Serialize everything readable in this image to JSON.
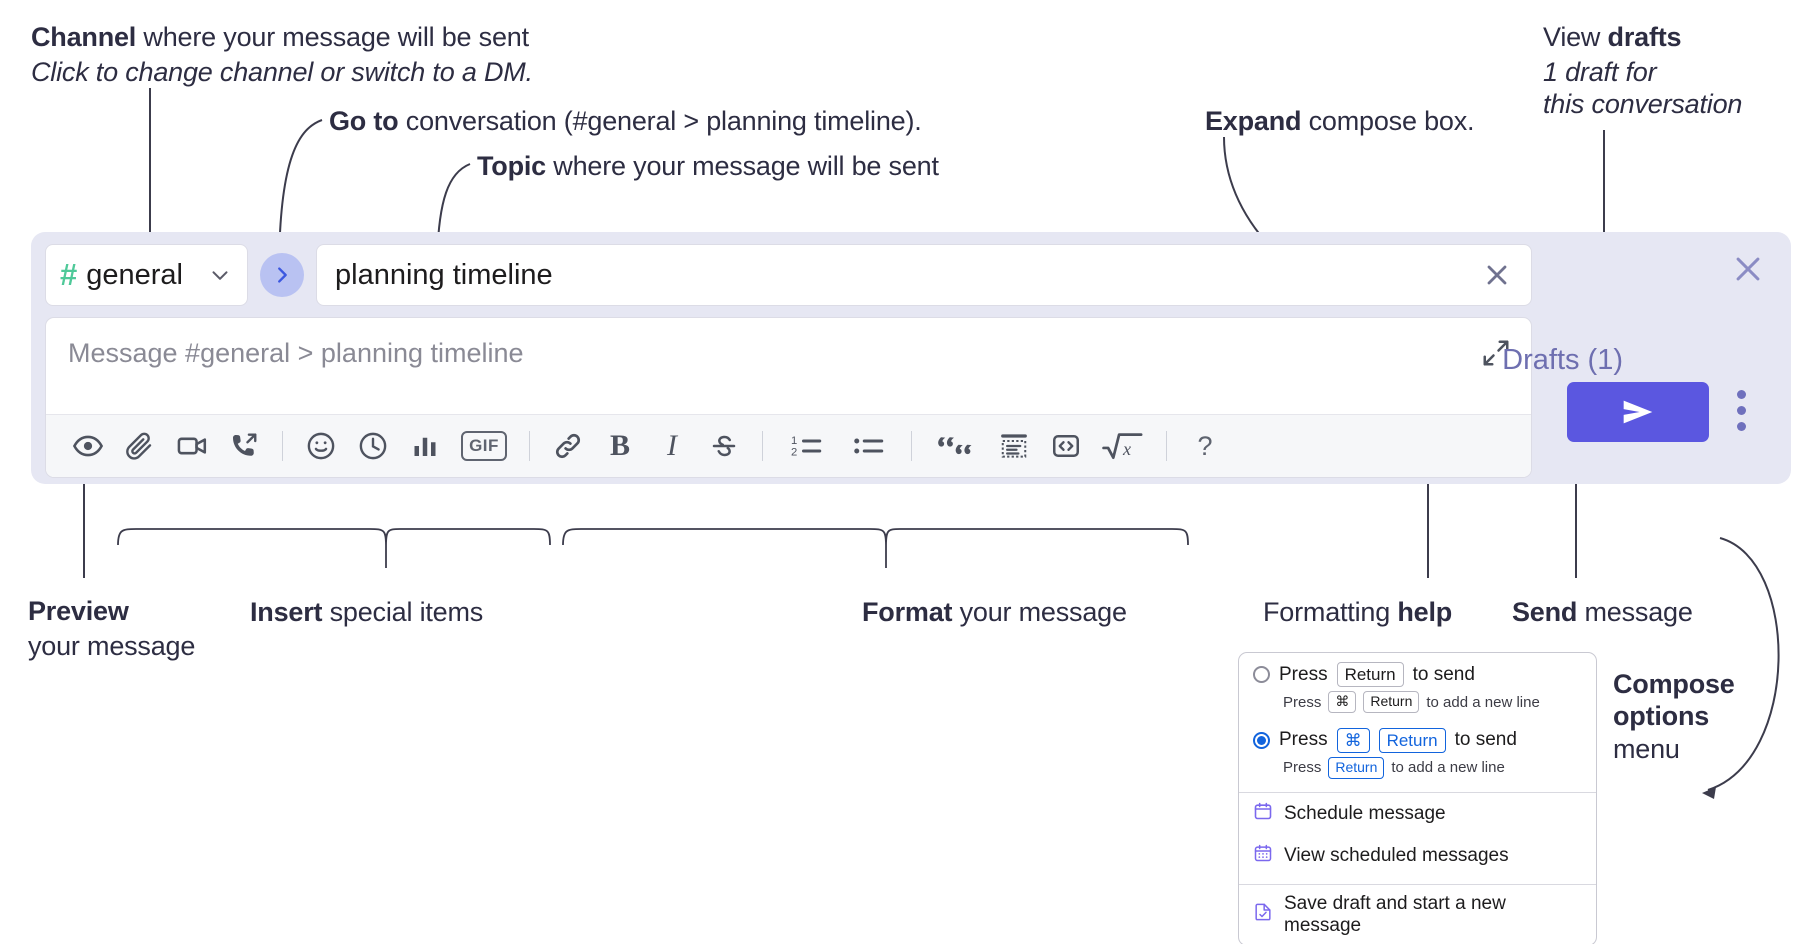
{
  "annotations": {
    "channel": {
      "bold": "Channel",
      "rest": " where your message will be sent",
      "italic": "Click to change channel or switch to a DM."
    },
    "goto": {
      "bold": "Go to",
      "rest": " conversation (#general > planning timeline)."
    },
    "topic": {
      "bold": "Topic",
      "rest": " where your message will be sent"
    },
    "expand": {
      "bold": "Expand",
      "rest": " compose box."
    },
    "drafts": {
      "bold_lead": "View ",
      "bold": "drafts",
      "italic1": "1 draft for",
      "italic2": "this conversation"
    },
    "preview": {
      "bold": "Preview",
      "rest": "your message"
    },
    "insert": {
      "bold": "Insert",
      "rest": " special items"
    },
    "format": {
      "bold": "Format",
      "rest": " your message"
    },
    "help": {
      "lead": "Formatting ",
      "bold": "help"
    },
    "send": {
      "bold": "Send",
      "rest": " message"
    },
    "compose_options": {
      "bold1": "Compose",
      "bold2": "options",
      "rest": "menu"
    }
  },
  "compose": {
    "channel_name": "general",
    "hash_symbol": "#",
    "topic_value": "planning timeline",
    "message_placeholder": "Message #general > planning timeline",
    "drafts_label": "Drafts (1)",
    "toolbar_groups": [
      {
        "name": "actions",
        "items": [
          {
            "icon": "eye-icon",
            "label": "Preview"
          },
          {
            "icon": "paperclip-icon",
            "label": "Attach file"
          },
          {
            "icon": "video-camera-icon",
            "label": "Record video clip"
          },
          {
            "icon": "huddle-phone-icon",
            "label": "Record audio clip"
          }
        ]
      },
      {
        "name": "insert",
        "items": [
          {
            "icon": "emoji-icon",
            "label": "Emoji"
          },
          {
            "icon": "clock-icon",
            "label": "Schedule"
          },
          {
            "icon": "bar-chart-icon",
            "label": "Poll"
          },
          {
            "icon": "gif-icon",
            "label": "GIF"
          }
        ]
      },
      {
        "name": "format",
        "items": [
          {
            "icon": "link-icon",
            "label": "Link"
          },
          {
            "icon": "bold-icon",
            "label": "Bold"
          },
          {
            "icon": "italic-icon",
            "label": "Italic"
          },
          {
            "icon": "strikethrough-icon",
            "label": "Strikethrough"
          }
        ]
      },
      {
        "name": "lists",
        "items": [
          {
            "icon": "ordered-list-icon",
            "label": "Ordered list"
          },
          {
            "icon": "bulleted-list-icon",
            "label": "Bulleted list"
          }
        ]
      },
      {
        "name": "blocks",
        "items": [
          {
            "icon": "blockquote-icon",
            "label": "Blockquote"
          },
          {
            "icon": "code-block-icon",
            "label": "Code block"
          },
          {
            "icon": "inline-code-icon",
            "label": "Code"
          },
          {
            "icon": "math-icon",
            "label": "Math"
          }
        ]
      },
      {
        "name": "help",
        "items": [
          {
            "icon": "question-mark-icon",
            "label": "Formatting help"
          }
        ]
      }
    ]
  },
  "menu": {
    "option1": {
      "press": "Press",
      "key": "Return",
      "to_send": "to send",
      "sub_press": "Press",
      "sub_key1": "⌘",
      "sub_key2": "Return",
      "sub_tail": "to add a new line",
      "selected": false
    },
    "option2": {
      "press": "Press",
      "key1": "⌘",
      "key2": "Return",
      "to_send": "to send",
      "sub_press": "Press",
      "sub_key": "Return",
      "sub_tail": "to add a new line",
      "selected": true
    },
    "items": [
      {
        "icon": "calendar-icon",
        "label": "Schedule message"
      },
      {
        "icon": "calendar-grid-icon",
        "label": "View scheduled messages"
      },
      {
        "icon": "save-draft-icon",
        "label": "Save draft and start a new message"
      }
    ]
  },
  "colors": {
    "accent_purple": "#5b57e0",
    "panel_bg": "#e6e7f3",
    "hash_green": "#4fc999",
    "drafts_text": "#6e6fb0",
    "radio_blue": "#1264dd",
    "menu_icon_purple": "#7b68ee"
  }
}
